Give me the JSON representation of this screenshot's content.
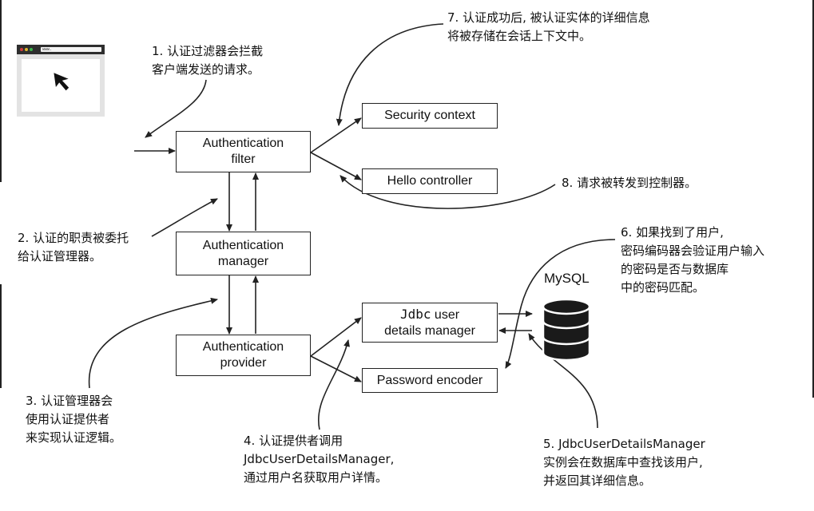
{
  "browser": {
    "url_text": "www."
  },
  "boxes": {
    "auth_filter": "Authentication\nfilter",
    "auth_manager": "Authentication\nmanager",
    "auth_provider": "Authentication\nprovider",
    "security_context": "Security context",
    "hello_controller": "Hello controller",
    "jdbc_manager_prefix": "Jdbc",
    "jdbc_manager_rest": " user\ndetails manager",
    "password_encoder": "Password encoder"
  },
  "database": {
    "label": "MySQL"
  },
  "notes": {
    "n1": "1. 认证过滤器会拦截\n客户端发送的请求。",
    "n2": "2. 认证的职责被委托\n给认证管理器。",
    "n3": "3. 认证管理器会\n使用认证提供者\n来实现认证逻辑。",
    "n4": "4. 认证提供者调用\nJdbcUserDetailsManager,\n通过用户名获取用户详情。",
    "n5": "5. JdbcUserDetailsManager\n实例会在数据库中查找该用户,\n并返回其详细信息。",
    "n6": "6. 如果找到了用户,\n密码编码器会验证用户输入\n的密码是否与数据库\n中的密码匹配。",
    "n7": "7. 认证成功后, 被认证实体的详细信息\n将被存储在会话上下文中。",
    "n8": "8. 请求被转发到控制器。"
  },
  "colors": {
    "stroke": "#222222",
    "browser_frame": "#2e2e2e",
    "browser_body": "#e3e3e3",
    "db_fill": "#1a1a1a"
  }
}
